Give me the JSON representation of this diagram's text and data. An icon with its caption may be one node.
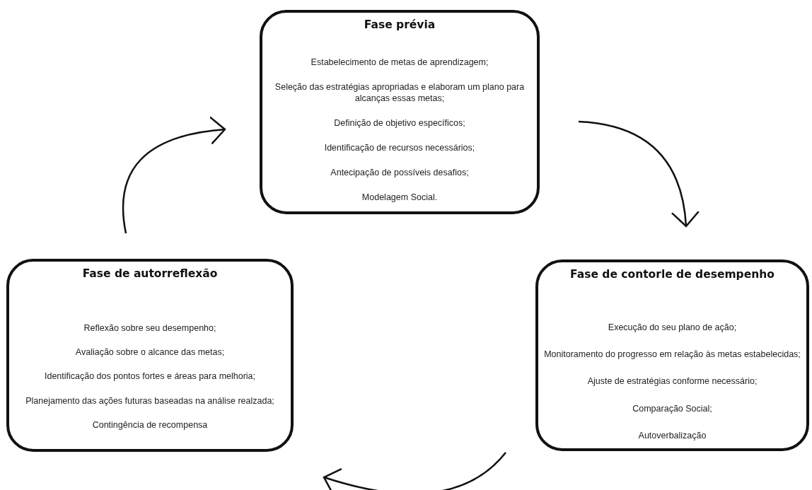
{
  "diagram": {
    "nodes": [
      {
        "text": [
          "Fase prévia",
          "Estabelecimento de metas de aprendizagem;",
          "Seleção das estratégias apropriadas e elaboram um plano para alcanças essas metas;",
          "Definição de objetivo específicos;",
          "Identificação de recursos necessários;",
          "Antecipação de possíveis desafios;",
          "Modelagem Social."
        ]
      },
      {
        "text": [
          "Fase de autorreflexão",
          "Reflexão sobre seu desempenho;",
          "Avaliação sobre o alcance das metas;",
          "Identificação dos pontos fortes e áreas para melhoria;",
          "Planejamento das ações futuras baseadas na análise realzada;",
          "Contingência de recompensa"
        ]
      },
      {
        "text": [
          "Fase de contorle de desempenho",
          "Execução do seu plano de ação;",
          "Monitoramento do progresso em relação às metas estabelecidas;",
          "Ajuste de estratégias conforme necessário;",
          "Comparação Social;",
          "Autoverbalização"
        ]
      }
    ],
    "edges": [
      {
        "from": 0,
        "to": 2,
        "arrow": "to"
      },
      {
        "from": 2,
        "to": 1,
        "arrow": "to"
      },
      {
        "from": 1,
        "to": 0,
        "arrow": "to"
      }
    ]
  }
}
